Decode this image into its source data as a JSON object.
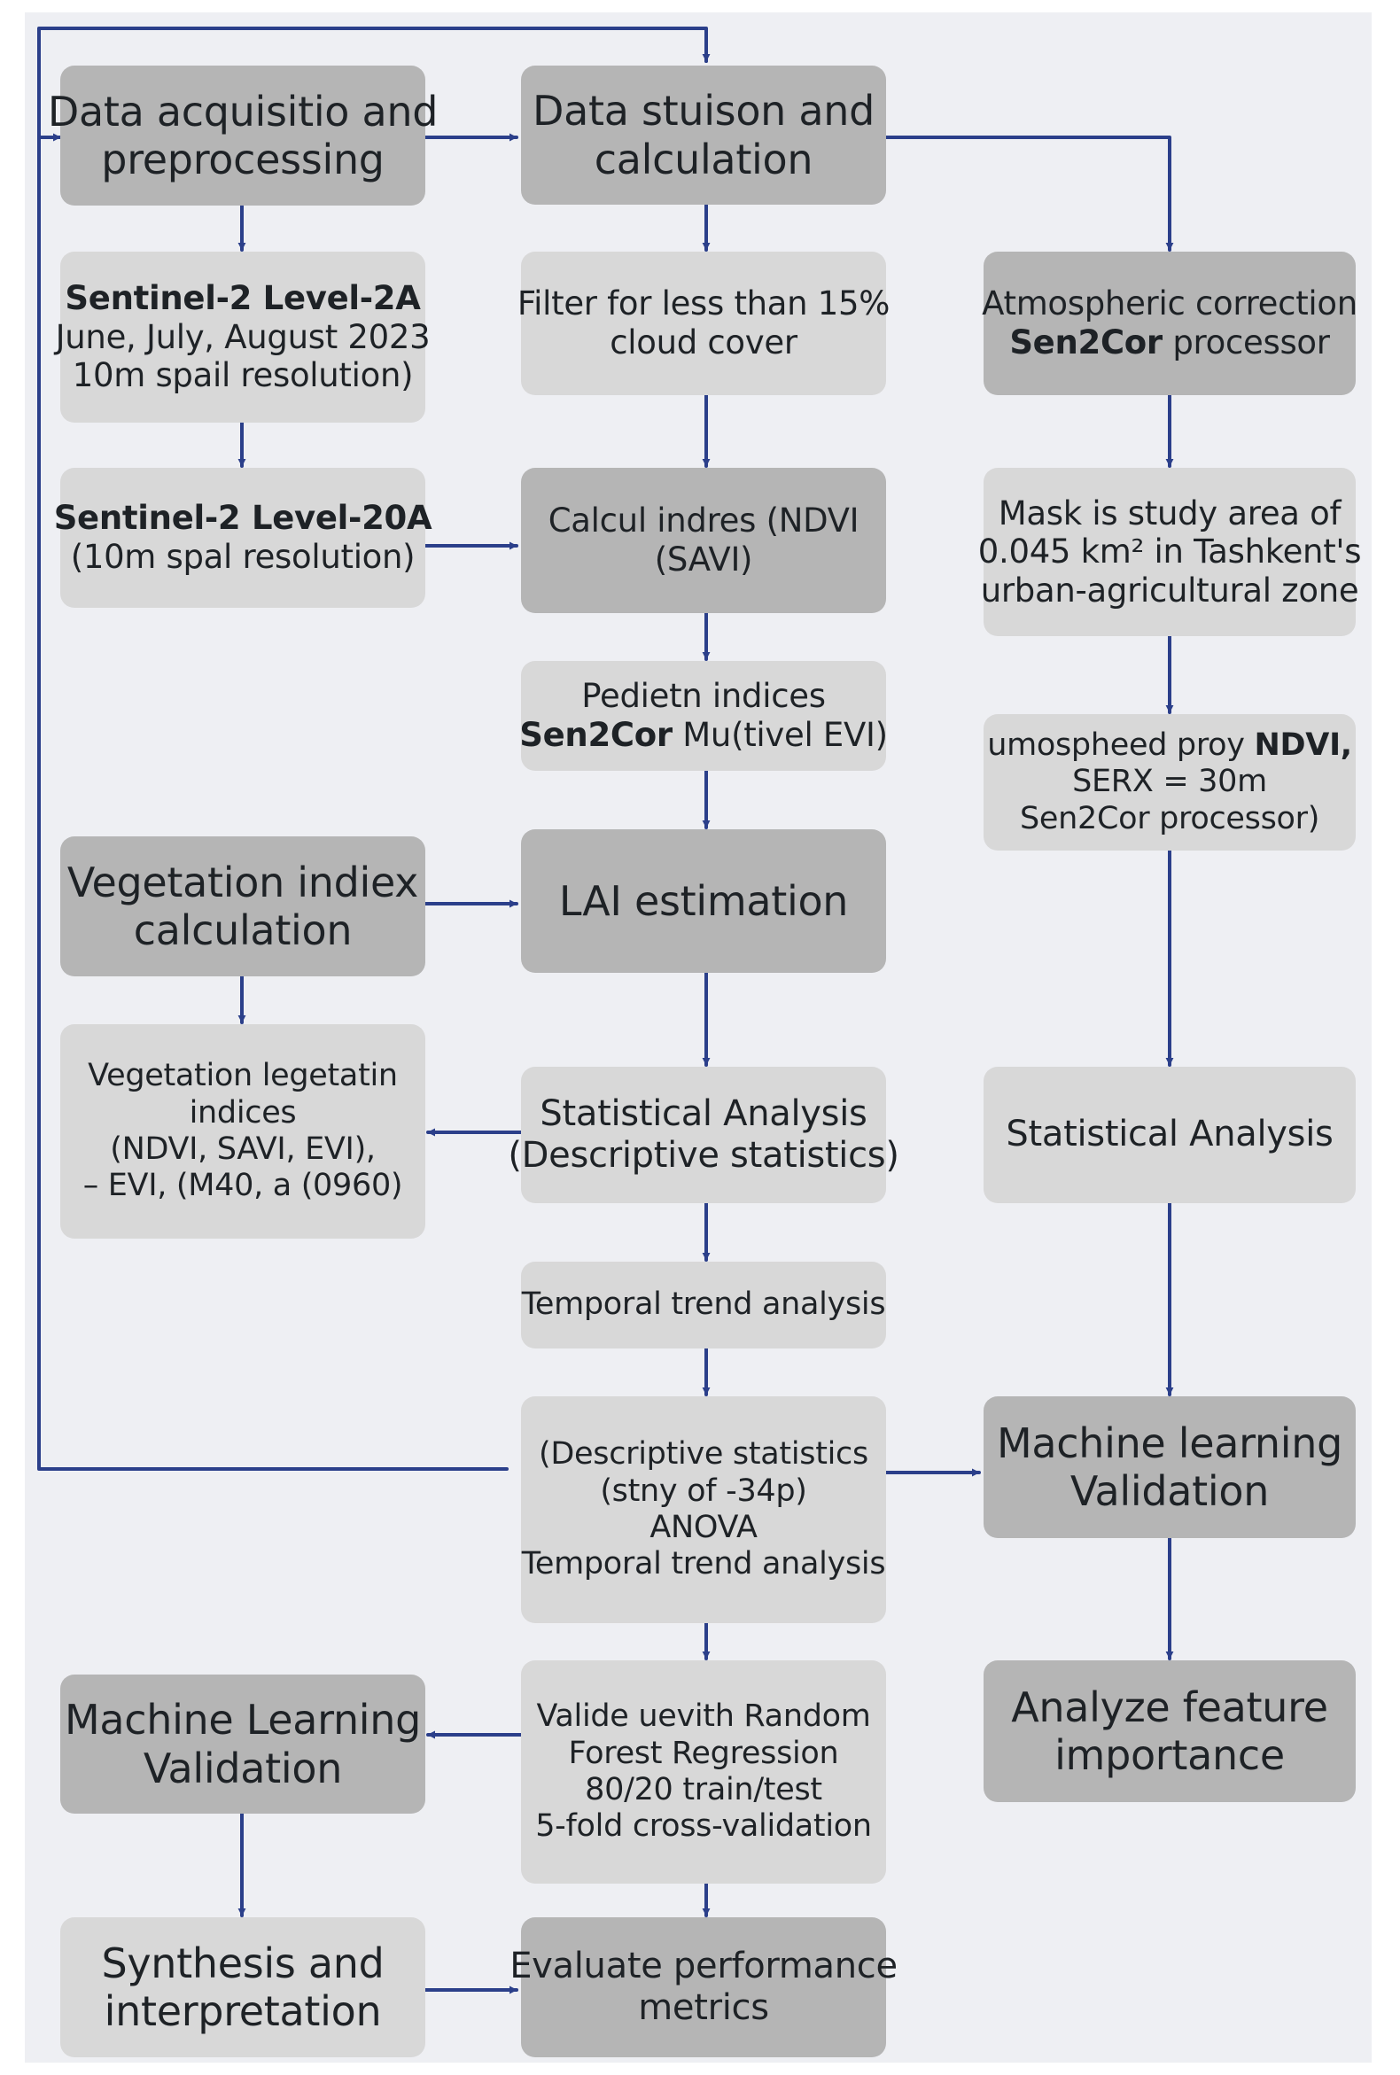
{
  "nodes": {
    "acq": {
      "lines": [
        {
          "text": "Data acquisitio and"
        },
        {
          "text": "preprocessing"
        }
      ]
    },
    "s2a": {
      "lines": [
        {
          "text": "Sentinel-2 Level-2A",
          "bold": true
        },
        {
          "text": "June, July, August 2023"
        },
        {
          "text": "10m spail resolution)"
        }
      ]
    },
    "s20a": {
      "lines": [
        {
          "text": "Sentinel-2 Level-20A",
          "bold": true
        },
        {
          "text": "(10m spal resolution)"
        }
      ]
    },
    "vegcalc": {
      "lines": [
        {
          "text": "Vegetation indiex"
        },
        {
          "text": "calculation"
        }
      ]
    },
    "veglist": {
      "lines": [
        {
          "text": "Vegetation legetatin"
        },
        {
          "text": "indices"
        },
        {
          "text": "(NDVI, SAVI, EVI),"
        },
        {
          "text": "– EVI, (M40, a (0960)"
        }
      ]
    },
    "mlv_left": {
      "lines": [
        {
          "text": "Machine Learning"
        },
        {
          "text": "Validation"
        }
      ]
    },
    "synth": {
      "lines": [
        {
          "text": "Synthesis and"
        },
        {
          "text": "interpretation"
        }
      ]
    },
    "fusion": {
      "lines": [
        {
          "text": "Data stuison and"
        },
        {
          "text": "calculation"
        }
      ]
    },
    "filter": {
      "lines": [
        {
          "text": "Filter for less than 15%"
        },
        {
          "text": "cloud cover"
        }
      ]
    },
    "calcind": {
      "lines": [
        {
          "text": "Calcul indres (NDVI"
        },
        {
          "text": "(SAVI)"
        }
      ]
    },
    "pred": {
      "lines": [
        {
          "text": "Pedietn indices"
        },
        {
          "runs": [
            {
              "text": "Sen2Cor",
              "bold": true
            },
            {
              "text": " Mu(tivel EVI)"
            }
          ]
        }
      ]
    },
    "lai": {
      "lines": [
        {
          "text": "LAI estimation"
        }
      ]
    },
    "stat_mid": {
      "lines": [
        {
          "text": "Statistical Analysis"
        },
        {
          "text": "(Descriptive statistics)"
        }
      ]
    },
    "trend": {
      "lines": [
        {
          "text": "Temporal trend analysis"
        }
      ]
    },
    "desc": {
      "lines": [
        {
          "text": "(Descriptive statistics"
        },
        {
          "text": "(stny of -34p)"
        },
        {
          "text": "ANOVA"
        },
        {
          "text": "Temporal trend analysis"
        }
      ]
    },
    "rf": {
      "lines": [
        {
          "text": "Valide uevith Random"
        },
        {
          "text": "Forest Regression"
        },
        {
          "text": "80/20 train/test"
        },
        {
          "text": "5-fold cross-validation"
        }
      ]
    },
    "eval": {
      "lines": [
        {
          "text": "Evaluate performance"
        },
        {
          "text": "metrics"
        }
      ]
    },
    "atmos": {
      "lines": [
        {
          "text": "Atmospheric correction"
        },
        {
          "runs": [
            {
              "text": "Sen2Cor",
              "bold": true
            },
            {
              "text": " processor"
            }
          ]
        }
      ]
    },
    "mask": {
      "lines": [
        {
          "text": "Mask is study area of"
        },
        {
          "text": "0.045 km² in Tashkent's"
        },
        {
          "text": "urban-agricultural zone"
        }
      ]
    },
    "umo": {
      "lines": [
        {
          "runs": [
            {
              "text": "umospheed proy "
            },
            {
              "text": "NDVI,",
              "bold": true
            }
          ]
        },
        {
          "text": "SERX = 30m"
        },
        {
          "text": "Sen2Cor processor)"
        }
      ]
    },
    "stat_right": {
      "lines": [
        {
          "text": "Statistical Analysis"
        }
      ]
    },
    "mlv_right": {
      "lines": [
        {
          "text": "Machine learning"
        },
        {
          "text": "Validation"
        }
      ]
    },
    "feat": {
      "lines": [
        {
          "text": "Analyze feature"
        },
        {
          "text": "importance"
        }
      ]
    }
  },
  "colors": {
    "arrow": "#2b3f8a",
    "box_light": "#d8d8d8",
    "box_dark": "#b5b5b5",
    "background": "#eeeff3"
  }
}
